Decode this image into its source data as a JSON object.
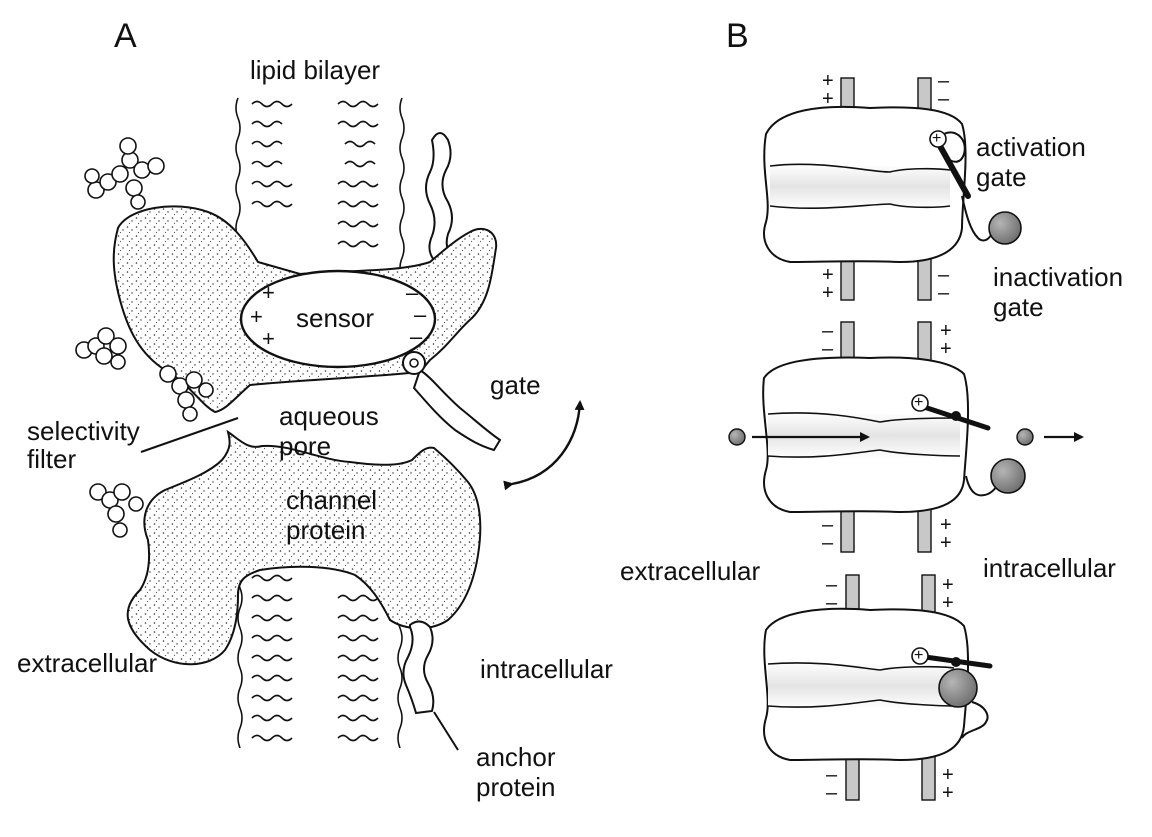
{
  "panels": {
    "A": {
      "letter": "A",
      "labels": {
        "lipid_bilayer": "lipid bilayer",
        "sensor": "sensor",
        "gate": "gate",
        "selectivity_filter_1": "selectivity",
        "selectivity_filter_2": "filter",
        "aqueous_pore_1": "aqueous",
        "aqueous_pore_2": "pore",
        "channel_protein_1": "channel",
        "channel_protein_2": "protein",
        "extracellular": "extracellular",
        "intracellular": "intracellular",
        "anchor_protein_1": "anchor",
        "anchor_protein_2": "protein"
      },
      "sensor_charges": {
        "positive": "+",
        "negative": "–"
      }
    },
    "B": {
      "letter": "B",
      "labels": {
        "activation_gate_1": "activation",
        "activation_gate_2": "gate",
        "inactivation_gate_1": "inactivation",
        "inactivation_gate_2": "gate",
        "extracellular": "extracellular",
        "intracellular": "intracellular"
      },
      "membrane_charges": {
        "positive": "+\n+",
        "negative": "–\n–"
      },
      "gate_charge": "+"
    }
  },
  "colors": {
    "ink": "#111111",
    "membrane_fill": "#c8c8c8",
    "ion_fill": "#8a8a8a",
    "background": "#ffffff"
  }
}
